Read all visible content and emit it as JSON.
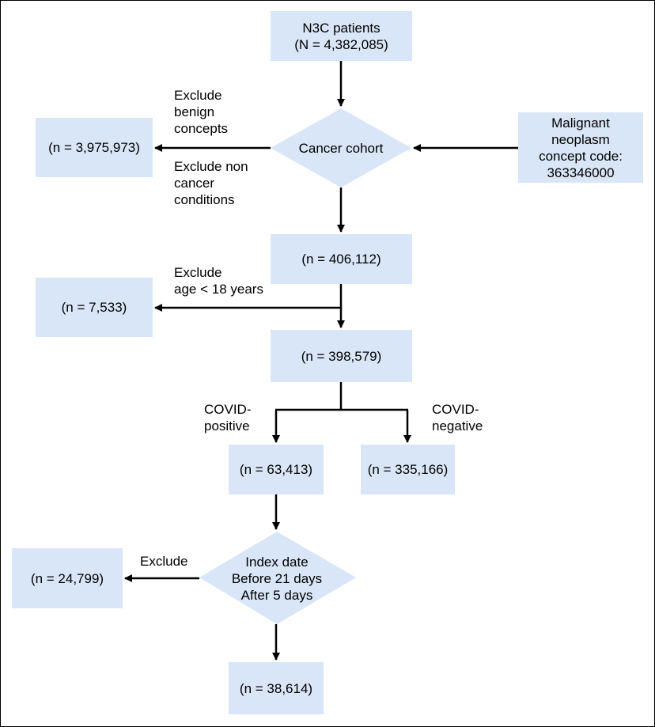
{
  "colors": {
    "box_fill": "#d9e6f7",
    "line": "#000000"
  },
  "nodes": {
    "n3c": {
      "line1": "N3C patients",
      "line2": "(N = 4,382,085)"
    },
    "cancer_cohort": {
      "text": "Cancer cohort"
    },
    "excluded_cancer": {
      "text": "(n = 3,975,973)"
    },
    "malignant": {
      "text": "Malignant\nneoplasm\nconcept code:\n363346000"
    },
    "n406": {
      "text": "(n = 406,112)"
    },
    "excluded_age": {
      "text": "(n = 7,533)"
    },
    "n398": {
      "text": "(n = 398,579)"
    },
    "covid_pos": {
      "text": "(n = 63,413)"
    },
    "covid_neg": {
      "text": "(n = 335,166)"
    },
    "index_date": {
      "text": "Index date\nBefore 21 days\nAfter 5 days"
    },
    "excluded_index": {
      "text": "(n = 24,799)"
    },
    "final": {
      "text": "(n = 38,614)"
    }
  },
  "labels": {
    "exclude_benign": "Exclude\nbenign\nconcepts",
    "exclude_non_cancer": "Exclude non\ncancer\nconditions",
    "exclude_age": "Exclude\nage < 18 years",
    "covid_positive": "COVID-\npositive",
    "covid_negative": "COVID-\nnegative",
    "exclude": "Exclude"
  }
}
